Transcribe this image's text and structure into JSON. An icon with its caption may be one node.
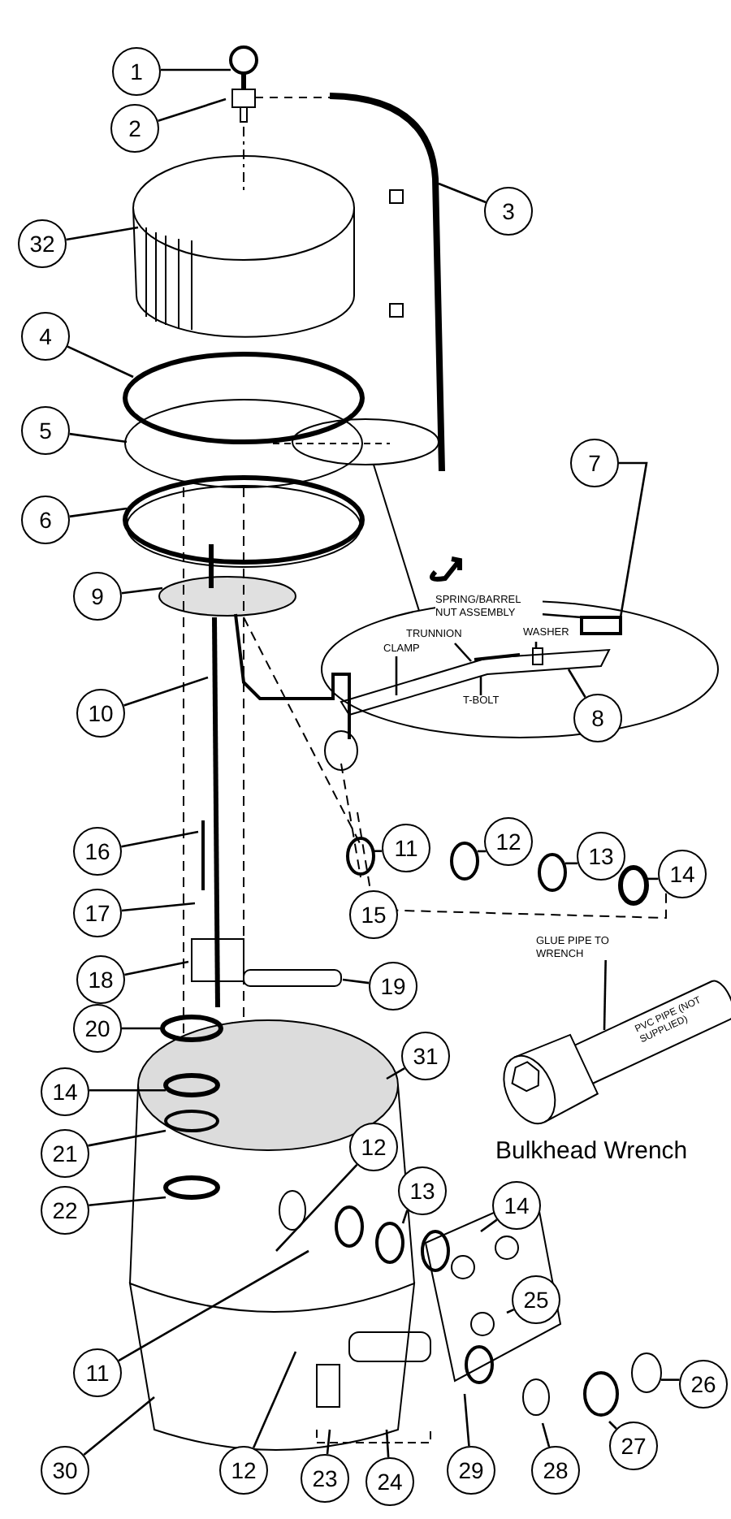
{
  "diagram": {
    "nodes": [
      {
        "text": [
          "1"
        ]
      },
      {
        "text": [
          "2"
        ]
      },
      {
        "text": [
          "32"
        ]
      },
      {
        "text": [
          "3"
        ]
      },
      {
        "text": [
          "4"
        ]
      },
      {
        "text": [
          "5"
        ]
      },
      {
        "text": [
          "6"
        ]
      },
      {
        "text": [
          "7"
        ]
      },
      {
        "text": [
          "SPRING/BARREL NUT ASSEMBLY"
        ]
      },
      {
        "text": [
          "TRUNNION"
        ]
      },
      {
        "text": [
          "WASHER"
        ]
      },
      {
        "text": [
          "CLAMP"
        ]
      },
      {
        "text": [
          "T-BOLT"
        ]
      },
      {
        "text": [
          "9"
        ]
      },
      {
        "text": [
          "8"
        ]
      },
      {
        "text": [
          "10"
        ]
      },
      {
        "text": [
          "11"
        ]
      },
      {
        "text": [
          "12"
        ]
      },
      {
        "text": [
          "13"
        ]
      },
      {
        "text": [
          "14"
        ]
      },
      {
        "text": [
          "15"
        ]
      },
      {
        "text": [
          "16"
        ]
      },
      {
        "text": [
          "17"
        ]
      },
      {
        "text": [
          "18"
        ]
      },
      {
        "text": [
          "19"
        ]
      },
      {
        "text": [
          "GLUE PIPE TO WRENCH"
        ]
      },
      {
        "text": [
          "20"
        ]
      },
      {
        "text": [
          "31"
        ]
      },
      {
        "text": [
          "14"
        ]
      },
      {
        "text": [
          "21"
        ]
      },
      {
        "text": [
          "12"
        ]
      },
      {
        "text": [
          "13"
        ]
      },
      {
        "text": [
          "14"
        ]
      },
      {
        "text": [
          "22"
        ]
      },
      {
        "text": [
          "11"
        ]
      },
      {
        "text": [
          "25"
        ]
      },
      {
        "text": [
          "26"
        ]
      },
      {
        "text": [
          "30"
        ]
      },
      {
        "text": [
          "12"
        ]
      },
      {
        "text": [
          "23"
        ]
      },
      {
        "text": [
          "24"
        ]
      },
      {
        "text": [
          "29"
        ]
      },
      {
        "text": [
          "28"
        ]
      },
      {
        "text": [
          "27"
        ]
      },
      {
        "text": [],
        "shape": "circle"
      },
      {
        "text": [],
        "shape": "box"
      },
      {
        "text": [],
        "shape": "circle"
      },
      {
        "text": [],
        "shape": "circle"
      },
      {
        "text": [],
        "shape": "circle"
      },
      {
        "text": [],
        "shape": "circle"
      },
      {
        "text": [],
        "shape": "circle"
      },
      {
        "text": [],
        "shape": "circle"
      },
      {
        "text": [],
        "shape": "circle"
      },
      {
        "text": [],
        "shape": "circle"
      },
      {
        "text": [],
        "shape": "circle"
      },
      {
        "text": [],
        "shape": "circle"
      },
      {
        "text": [],
        "shape": "box"
      }
    ],
    "edges": [
      {
        "from": 0,
        "to": 44,
        "arrow": "none"
      },
      {
        "from": 1,
        "to": null,
        "arrow": "none"
      },
      {
        "from": 2,
        "to": null,
        "arrow": "none"
      },
      {
        "from": 3,
        "to": null,
        "arrow": "none"
      },
      {
        "from": 4,
        "to": null,
        "arrow": "none"
      },
      {
        "from": 5,
        "to": null,
        "arrow": "none"
      },
      {
        "from": 6,
        "to": null,
        "arrow": "none"
      },
      {
        "from": 7,
        "to": 45,
        "arrow": "none"
      },
      {
        "from": 8,
        "to": 45,
        "arrow": "none"
      },
      {
        "from": 9,
        "to": null,
        "arrow": "none"
      },
      {
        "from": 10,
        "to": 56,
        "arrow": "none"
      },
      {
        "from": 11,
        "to": null,
        "arrow": "none"
      },
      {
        "from": 12,
        "to": null,
        "arrow": "none"
      },
      {
        "from": 13,
        "to": null,
        "arrow": "none"
      },
      {
        "from": 14,
        "to": null,
        "arrow": "none"
      },
      {
        "from": 15,
        "to": null,
        "arrow": "none"
      },
      {
        "from": 16,
        "to": 46,
        "arrow": "none"
      },
      {
        "from": 17,
        "to": 47,
        "arrow": "none"
      },
      {
        "from": 18,
        "to": 48,
        "arrow": "none"
      },
      {
        "from": 19,
        "to": 49,
        "arrow": "none"
      },
      {
        "from": 20,
        "to": null,
        "arrow": "none"
      },
      {
        "from": 21,
        "to": null,
        "arrow": "none"
      },
      {
        "from": 22,
        "to": null,
        "arrow": "none"
      },
      {
        "from": 23,
        "to": null,
        "arrow": "none"
      },
      {
        "from": 24,
        "to": null,
        "arrow": "none"
      },
      {
        "from": 25,
        "to": null,
        "arrow": "none"
      },
      {
        "from": 26,
        "to": 50,
        "arrow": "none"
      },
      {
        "from": 27,
        "to": null,
        "arrow": "none"
      },
      {
        "from": 28,
        "to": 51,
        "arrow": "none"
      },
      {
        "from": 29,
        "to": 52,
        "arrow": "none"
      },
      {
        "from": 30,
        "to": null,
        "arrow": "none"
      },
      {
        "from": 31,
        "to": 54,
        "arrow": "none"
      },
      {
        "from": 32,
        "to": null,
        "arrow": "none"
      },
      {
        "from": 33,
        "to": 53,
        "arrow": "none"
      },
      {
        "from": 34,
        "to": null,
        "arrow": "none"
      },
      {
        "from": 35,
        "to": null,
        "arrow": "none"
      },
      {
        "from": 36,
        "to": 55,
        "arrow": "none"
      },
      {
        "from": 37,
        "to": null,
        "arrow": "none"
      },
      {
        "from": 38,
        "to": null,
        "arrow": "none"
      },
      {
        "from": 39,
        "to": null,
        "arrow": "none"
      },
      {
        "from": 40,
        "to": null,
        "arrow": "none"
      },
      {
        "from": 41,
        "to": null,
        "arrow": "none"
      },
      {
        "from": 42,
        "to": null,
        "arrow": "none"
      },
      {
        "from": 43,
        "to": null,
        "arrow": "none"
      }
    ],
    "labels": [
      "PVC PIPE (NOT SUPPLIED)",
      "Bulkhead Wrench"
    ]
  }
}
